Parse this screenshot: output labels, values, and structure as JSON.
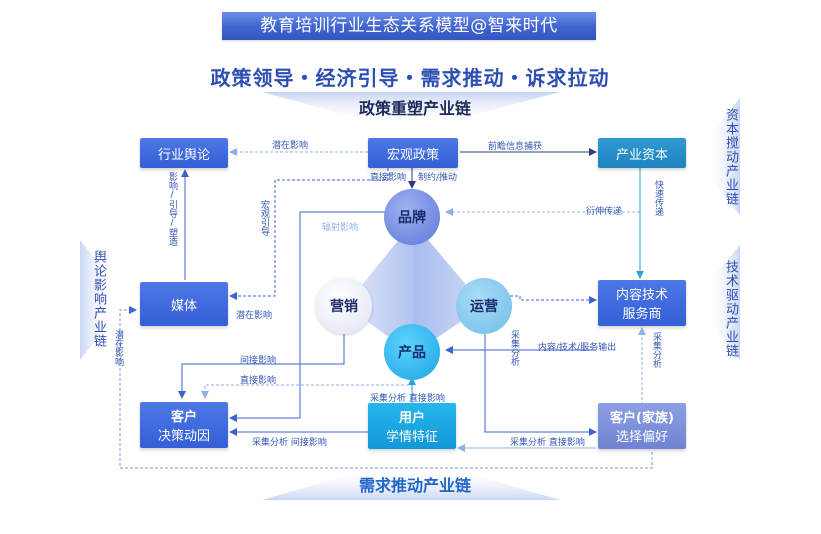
{
  "title": "教育培训行业生态关系模型@智来时代",
  "slogan": "政策领导・经济引导・需求推动・诉求拉动",
  "chains": {
    "top": "政策重塑产业链",
    "bottom": "需求推动产业链",
    "left": "舆论影响产业链",
    "right_top": "资本搅动产业链",
    "right_bottom": "技术驱动产业链"
  },
  "boxes": {
    "industry_opinion": "行业舆论",
    "macro_policy": "宏观政策",
    "industry_capital": "产业资本",
    "media": "媒体",
    "content_tech_line1": "内容技术",
    "content_tech_line2": "服务商",
    "customer_decision_line1": "客户",
    "customer_decision_line2": "决策动因",
    "user_line1": "用户",
    "user_line2": "学情特征",
    "customer_family_line1": "客户(家族)",
    "customer_family_line2": "选择偏好"
  },
  "circles": {
    "brand": "品牌",
    "marketing": "营销",
    "operation": "运营",
    "product": "产品"
  },
  "edge_labels": {
    "latent_influence_top": "潜在影响",
    "forward_info": "前瞻信息捕获",
    "direct_influence": "直接影响",
    "constraint_drive": "制约/推动",
    "influence_guide": "影响/引导/塑造",
    "macro_guide": "宏观引导",
    "radiation_influence": "辐射影响",
    "derivative_transmission": "衍伸传递",
    "fast_transmission": "快速传递",
    "latent_influence_media": "潜在影响",
    "latent_influence_left": "潜在影响",
    "indirect_influence_1": "间接影响",
    "direct_influence_2": "直接影响",
    "collect_analyze_1": "采集分析",
    "content_tech_service_output": "内容/技术/服务输出",
    "collect_analyze_2": "采集分析",
    "collect_analyze_direct": "采集分析 直接影响",
    "collect_analyze_indirect": "采集分析 间接影响",
    "collect_analyze_direct_2": "采集分析 直接影响"
  },
  "colors": {
    "primary": "#3d63d3",
    "teal": "#1e82bd",
    "cyan": "#1aa6e2",
    "lavender": "#7b8fda",
    "line_blue": "#3d63d3",
    "line_light": "#8fb0e8",
    "line_cyan": "#26a4e0"
  }
}
